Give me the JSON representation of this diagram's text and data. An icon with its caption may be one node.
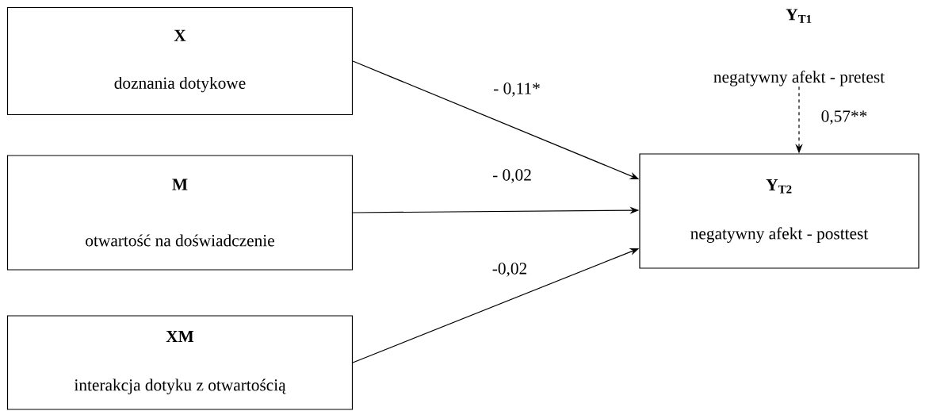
{
  "diagram": {
    "nodes": [
      {
        "text": [
          "X",
          "doznania dotykowe"
        ]
      },
      {
        "text": [
          "M",
          "otwartość na doświadczenie"
        ]
      },
      {
        "text": [
          "XM",
          "interakcja dotyku z otwartością"
        ]
      },
      {
        "text": [
          "Y$_{T1}$",
          "negatywny afekt - pretest"
        ]
      },
      {
        "text": [
          "Y$_{T2}$",
          "negatywny afekt - posttest"
        ]
      }
    ],
    "edges": [
      {
        "from": 0,
        "to": 4,
        "arrow": "to",
        "label": "- 0,11*"
      },
      {
        "from": 1,
        "to": 4,
        "arrow": "to",
        "label": "- 0,02"
      },
      {
        "from": 2,
        "to": 4,
        "arrow": "to",
        "label": "-0,02"
      },
      {
        "from": 3,
        "to": 4,
        "arrow": "to",
        "label": "0,57**",
        "style": "dashed"
      }
    ]
  }
}
